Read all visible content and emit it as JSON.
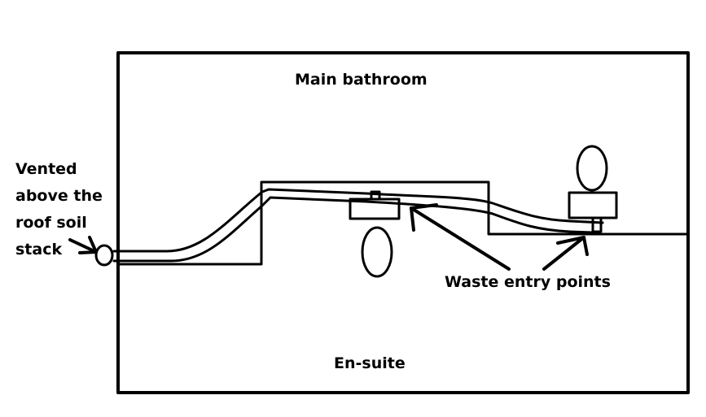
{
  "labels": {
    "main_bathroom": "Main bathroom",
    "vent_line1": "Vented",
    "vent_line2": "above the",
    "vent_line3": "roof soil",
    "vent_line4": "stack",
    "waste_entry": "Waste entry points",
    "en_suite": "En-suite"
  }
}
